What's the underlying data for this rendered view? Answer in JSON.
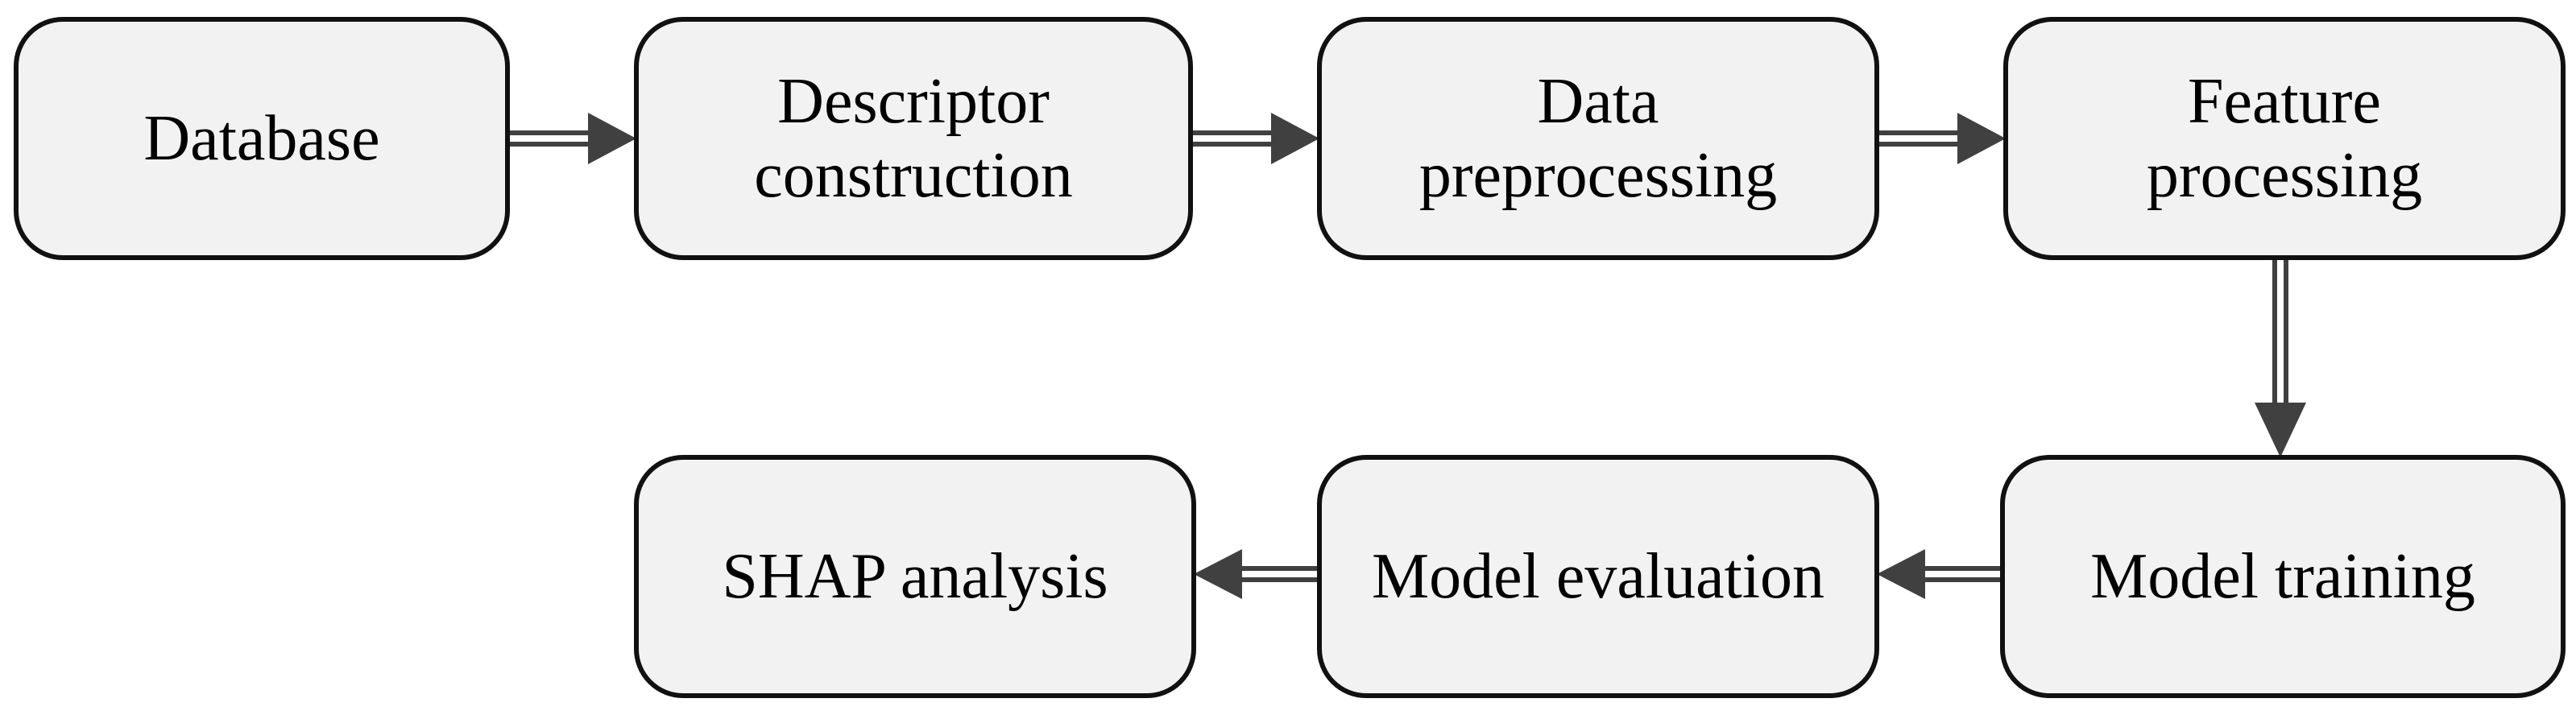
{
  "colors": {
    "box_fill": "#f2f2f2",
    "box_stroke": "#111111",
    "arrow": "#404040",
    "text": "#000000"
  },
  "nodes": [
    {
      "id": "database",
      "lines": [
        "Database"
      ]
    },
    {
      "id": "descriptor-construction",
      "lines": [
        "Descriptor",
        "construction"
      ]
    },
    {
      "id": "data-preprocessing",
      "lines": [
        "Data",
        "preprocessing"
      ]
    },
    {
      "id": "feature-processing",
      "lines": [
        "Feature",
        "processing"
      ]
    },
    {
      "id": "model-training",
      "lines": [
        "Model training"
      ]
    },
    {
      "id": "model-evaluation",
      "lines": [
        "Model evaluation"
      ]
    },
    {
      "id": "shap-analysis",
      "lines": [
        "SHAP analysis"
      ]
    }
  ],
  "edges": [
    {
      "from": "database",
      "to": "descriptor-construction"
    },
    {
      "from": "descriptor-construction",
      "to": "data-preprocessing"
    },
    {
      "from": "data-preprocessing",
      "to": "feature-processing"
    },
    {
      "from": "feature-processing",
      "to": "model-training"
    },
    {
      "from": "model-training",
      "to": "model-evaluation"
    },
    {
      "from": "model-evaluation",
      "to": "shap-analysis"
    }
  ]
}
